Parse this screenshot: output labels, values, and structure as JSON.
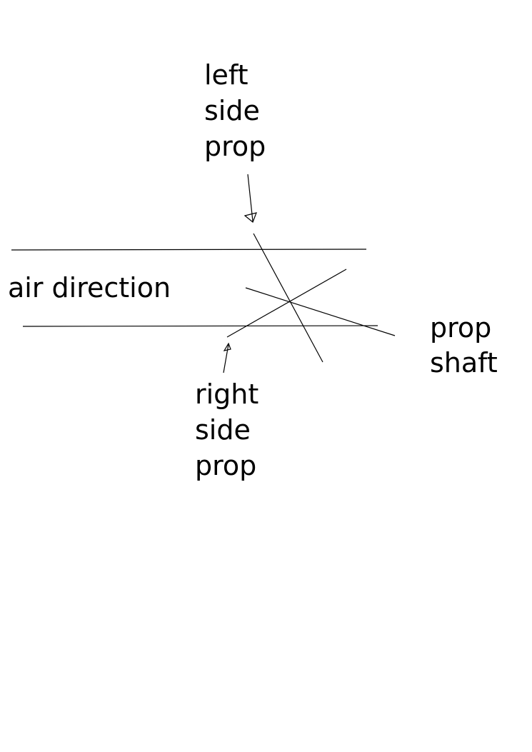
{
  "labels": {
    "left_side_prop": [
      "left",
      "side",
      "prop"
    ],
    "air_direction": "air direction",
    "prop_shaft": [
      "prop",
      "shaft"
    ],
    "right_side_prop": [
      "right",
      "side",
      "prop"
    ]
  }
}
